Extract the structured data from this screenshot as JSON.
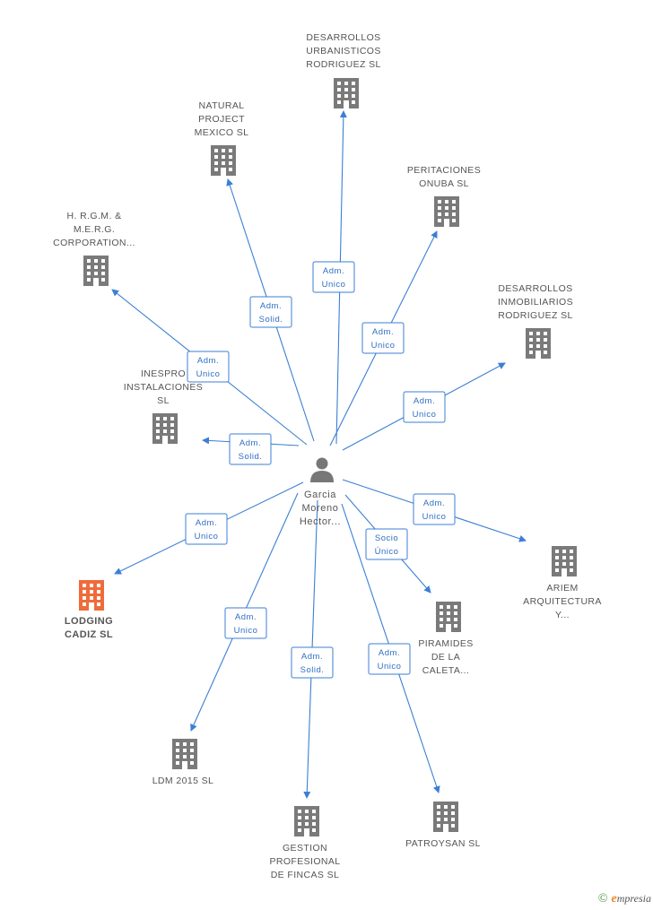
{
  "colors": {
    "edge": "#3b7fd4",
    "building": "#7a7a7a",
    "highlight": "#ef6b3a",
    "text": "#555555"
  },
  "center": {
    "name_lines": [
      "Garcia",
      "Moreno",
      "Hector..."
    ],
    "icon": "person-icon"
  },
  "nodes": [
    {
      "id": "desarrollos-urbanisticos",
      "lines": [
        "DESARROLLOS",
        "URBANISTICOS",
        "RODRIGUEZ  SL"
      ],
      "role_lines": [
        "Adm.",
        "Unico"
      ],
      "icon": "building-icon",
      "highlight": false
    },
    {
      "id": "natural-project",
      "lines": [
        "NATURAL",
        "PROJECT",
        "MEXICO SL"
      ],
      "role_lines": [
        "Adm.",
        "Solid."
      ],
      "icon": "building-icon",
      "highlight": false
    },
    {
      "id": "peritaciones-onuba",
      "lines": [
        "PERITACIONES",
        "ONUBA SL"
      ],
      "role_lines": [
        "Adm.",
        "Unico"
      ],
      "icon": "building-icon",
      "highlight": false
    },
    {
      "id": "hrgm-merg",
      "lines": [
        "H. R.G.M. &",
        "M.E.R.G.",
        "CORPORATION..."
      ],
      "role_lines": [
        "Adm.",
        "Unico"
      ],
      "icon": "building-icon",
      "highlight": false
    },
    {
      "id": "desarrollos-inmobiliarios",
      "lines": [
        "DESARROLLOS",
        "INMOBILIARIOS",
        "RODRIGUEZ  SL"
      ],
      "role_lines": [
        "Adm.",
        "Unico"
      ],
      "icon": "building-icon",
      "highlight": false
    },
    {
      "id": "inespro",
      "lines": [
        "INESPRO",
        "INSTALACIONES",
        "SL"
      ],
      "role_lines": [
        "Adm.",
        "Solid."
      ],
      "icon": "building-icon",
      "highlight": false
    },
    {
      "id": "lodging-cadiz",
      "lines": [
        "LODGING",
        "CADIZ SL"
      ],
      "role_lines": [
        "Adm.",
        "Unico"
      ],
      "icon": "building-icon",
      "highlight": true
    },
    {
      "id": "ariem",
      "lines": [
        "ARIEM",
        "ARQUITECTURA",
        "Y..."
      ],
      "role_lines": [
        "Adm.",
        "Unico"
      ],
      "icon": "building-icon",
      "highlight": false
    },
    {
      "id": "piramides",
      "lines": [
        "PIRAMIDES",
        "DE LA",
        "CALETA..."
      ],
      "role_lines": [
        "Socio",
        "Único"
      ],
      "icon": "building-icon",
      "highlight": false
    },
    {
      "id": "ldm-2015",
      "lines": [
        "LDM 2015  SL"
      ],
      "role_lines": [
        "Adm.",
        "Unico"
      ],
      "icon": "building-icon",
      "highlight": false
    },
    {
      "id": "gestion-profesional",
      "lines": [
        "GESTION",
        "PROFESIONAL",
        "DE FINCAS SL"
      ],
      "role_lines": [
        "Adm.",
        "Solid."
      ],
      "icon": "building-icon",
      "highlight": false
    },
    {
      "id": "patroysan",
      "lines": [
        "PATROYSAN SL"
      ],
      "role_lines": [
        "Adm.",
        "Unico"
      ],
      "icon": "building-icon",
      "highlight": false
    }
  ],
  "footer": {
    "copyright": "©",
    "brand_initial": "e",
    "brand_rest": "mpresia"
  }
}
